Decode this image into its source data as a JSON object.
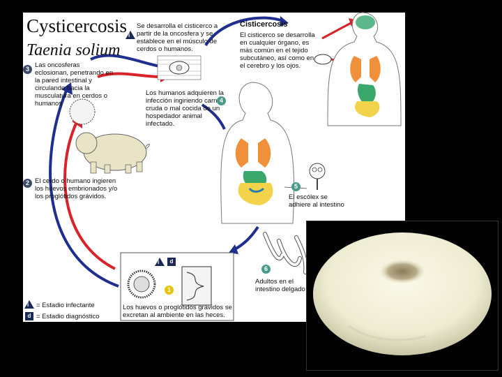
{
  "slide": {
    "title": "Cysticercosis",
    "subtitle": "Taenia solium"
  },
  "diagram": {
    "header": "Cisticercosis",
    "step1_text": "Se desarrolla el cisticerco a partir de la oncosfera y se establece en el músculo de cerdos o humanos.",
    "step1_badge": "i",
    "cyst_text": "El cisticerco se desarrolla en cualquier órgano, es más común en el tejido subcutáneo, así como en el cerebro y los ojos.",
    "step3_badge": "3",
    "step3_text": "Las oncosferas eclosionan, penetrando en la pared intestinal y circulando hacia la musculatura en cerdos o humanos",
    "step4_badge": "4",
    "step4_text": "Los humanos adquieren la infección ingiriendo carne cruda o mal cocida de un hospedador animal infectado.",
    "step2_badge": "2",
    "step2_text": "El cerdo o humano ingieren los huevos embrionados y/o los proglótidos grávidos.",
    "step5_badge": "5",
    "step5_text": "El escólex se adhiere al intestino",
    "step6_badge": "6",
    "step6_text": "Adultos en el intestino delgado",
    "step1b_badge": "1",
    "eggs_text": "Los huevos o proglótidos grávidos se excretan al ambiente en las heces.",
    "legend_i_symbol": "i",
    "legend_i_label": "= Estadio infectante",
    "legend_d_symbol": "d",
    "legend_d_label": "= Estadio diagnóstico",
    "box_i": "i",
    "box_d": "d"
  },
  "colors": {
    "arrow_blue": "#1f2f8f",
    "arrow_red": "#d8232a",
    "organ_orange": "#f0903a",
    "organ_green": "#3aa86a",
    "organ_yellow": "#f3d34a",
    "brain_green": "#5cb88a"
  }
}
